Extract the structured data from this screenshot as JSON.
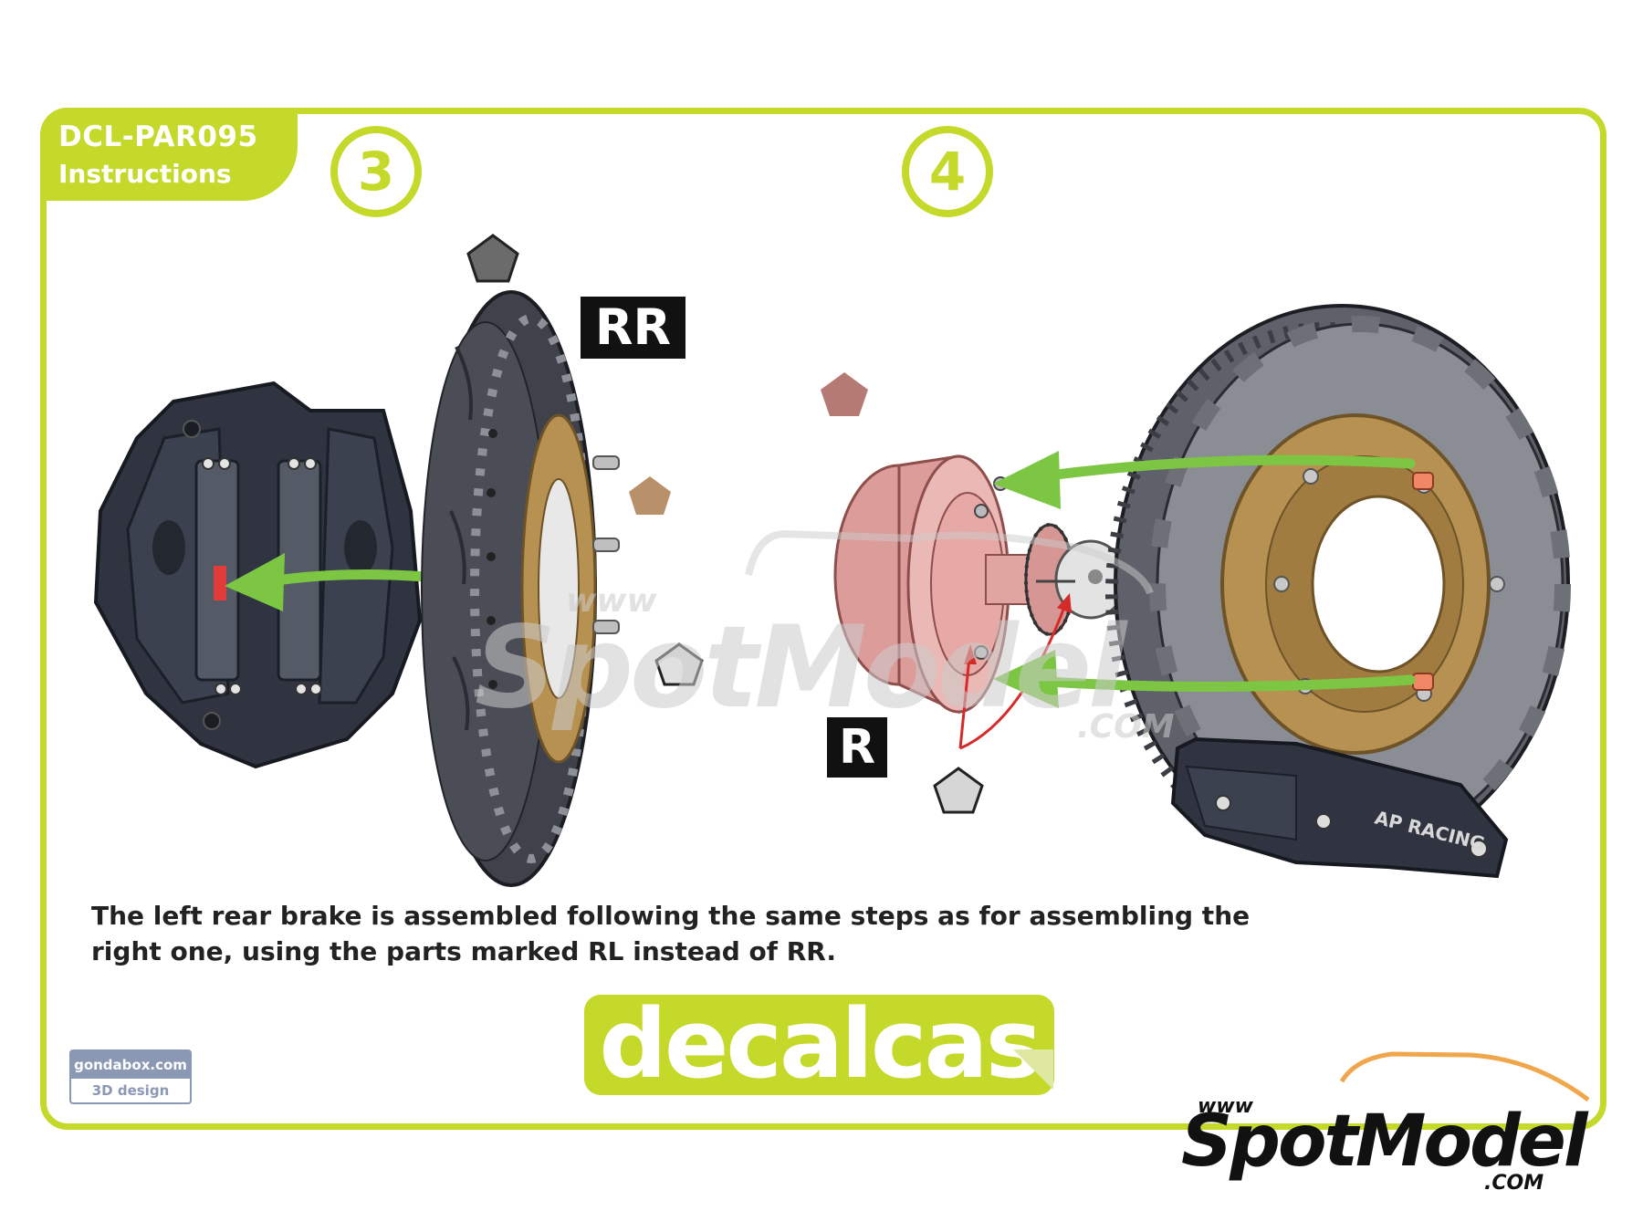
{
  "header": {
    "code": "DCL-PAR095",
    "subtitle": "Instructions"
  },
  "steps": [
    {
      "number": "3"
    },
    {
      "number": "4"
    }
  ],
  "part_labels": {
    "rear_right": "RR",
    "right": "R"
  },
  "caliper_brand_mark": "AP RACING",
  "description": "The left rear brake is assembled following the same steps as for assembling the right one, using the parts marked RL instead of RR.",
  "brand": "decalcas",
  "gondabox": {
    "top": "gondabox.com",
    "bottom": "3D design"
  },
  "watermark": {
    "www": "www",
    "name": "SpotModel",
    "com": ".COM"
  },
  "colors": {
    "accent": "#c5d92a",
    "arrow_green": "#7cc644",
    "arrow_red": "#d42a2a",
    "marker_gray": "#6b6b6b",
    "marker_brown": "#b8906a",
    "marker_rose": "#b57a74",
    "marker_light": "#d6d6d6"
  }
}
